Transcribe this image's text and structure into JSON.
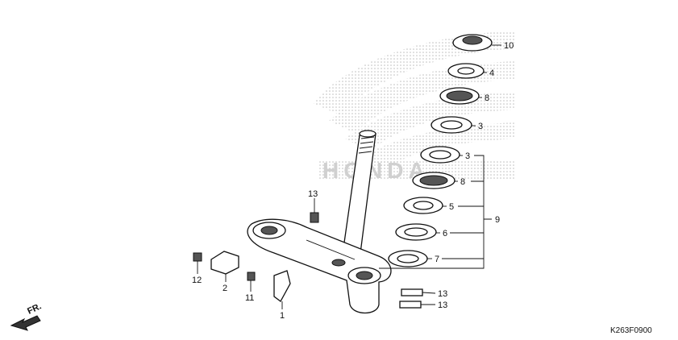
{
  "diagram": {
    "code": "K263F0900",
    "direction_label": "FR.",
    "watermark_text": "HONDA",
    "colors": {
      "line": "#111111",
      "dots": "#bdbdbd"
    },
    "callouts": [
      "10",
      "4",
      "8",
      "3",
      "3",
      "8",
      "5",
      "6",
      "7",
      "9",
      "13",
      "12",
      "2",
      "11",
      "1",
      "13",
      "13"
    ]
  }
}
